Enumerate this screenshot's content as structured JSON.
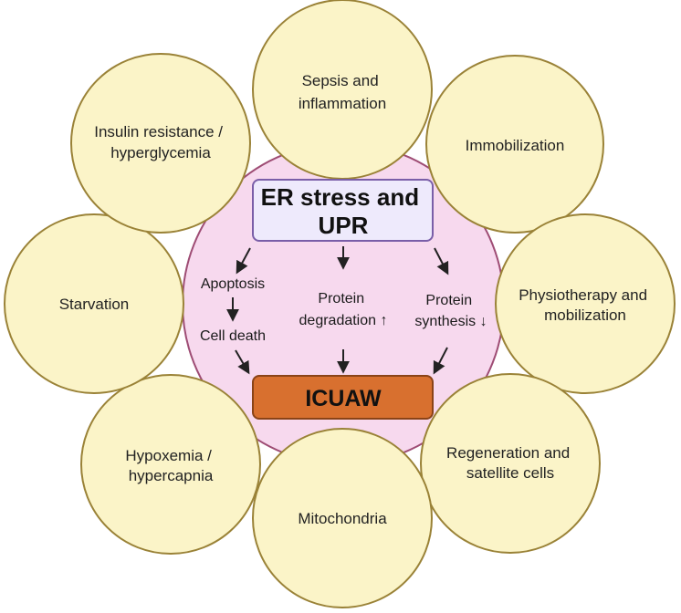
{
  "colors": {
    "factor_fill": "#fbf4c8",
    "factor_stroke": "#9a8237",
    "center_fill": "#f7d9ee",
    "center_stroke": "#9e4c74",
    "er_box_fill": "#eeeafc",
    "er_box_stroke": "#7a5ea8",
    "outcome_fill": "#d8702f",
    "outcome_stroke": "#8a4317",
    "arrow": "#222222"
  },
  "factors": [
    {
      "id": "sepsis",
      "lines": [
        "Sepsis and",
        "inflammation"
      ]
    },
    {
      "id": "immobilization",
      "lines": [
        "Immobilization"
      ]
    },
    {
      "id": "physiotherapy",
      "lines": [
        "Physiotherapy and",
        "mobilization"
      ]
    },
    {
      "id": "regeneration",
      "lines": [
        "Regeneration and",
        "satellite cells"
      ]
    },
    {
      "id": "mitochondria",
      "lines": [
        "Mitochondria"
      ]
    },
    {
      "id": "hypoxemia",
      "lines": [
        "Hypoxemia /",
        "hypercapnia"
      ]
    },
    {
      "id": "starvation",
      "lines": [
        "Starvation"
      ]
    },
    {
      "id": "insulin",
      "lines": [
        "Insulin resistance /",
        "hyperglycemia"
      ]
    }
  ],
  "center": {
    "er_stress": [
      "ER stress and",
      "UPR"
    ],
    "apoptosis": "Apoptosis",
    "cell_death": "Cell death",
    "degradation": [
      "Protein",
      "degradation ↑"
    ],
    "synthesis": [
      "Protein",
      "synthesis ↓"
    ],
    "outcome": "ICUAW"
  }
}
